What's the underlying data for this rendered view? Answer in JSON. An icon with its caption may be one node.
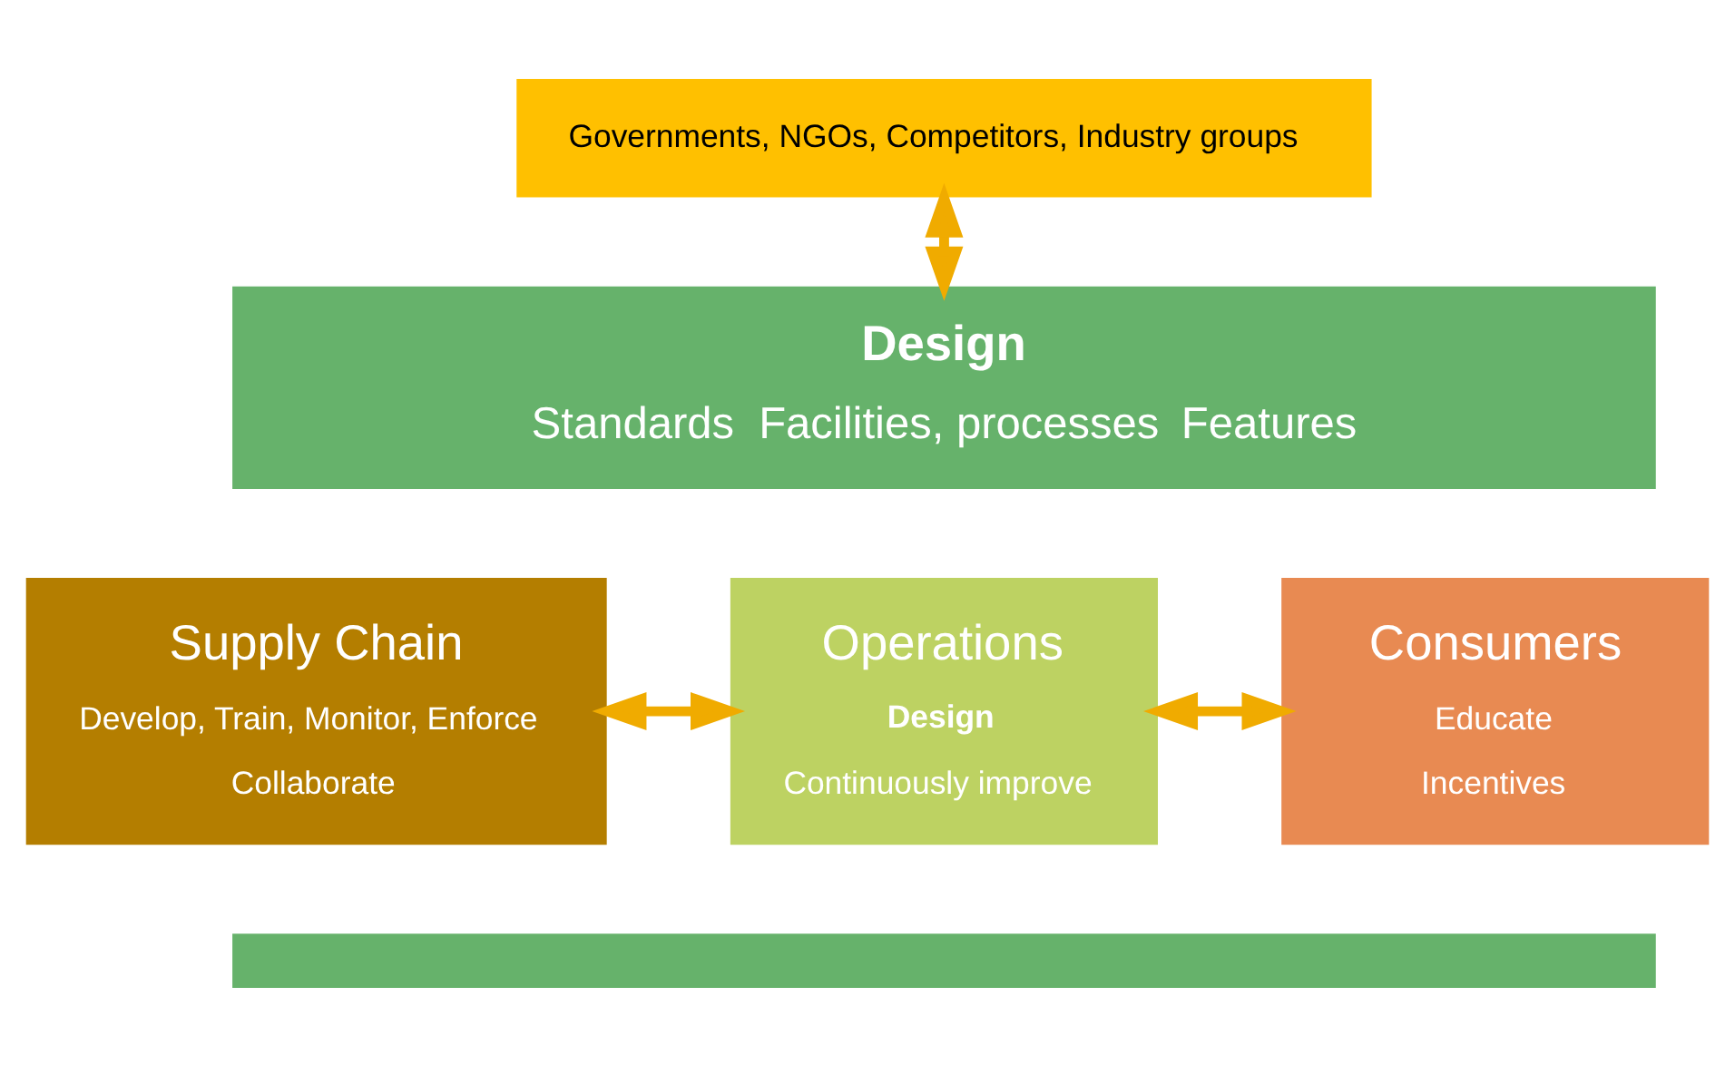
{
  "diagram": {
    "nodes": [
      {
        "text": [
          "Governments, NGOs, Competitors, Industry groups"
        ]
      },
      {
        "text": [
          "Design",
          "Standards",
          "Facilities, processes",
          "Features"
        ]
      },
      {
        "text": [
          "Supply Chain",
          "Develop, Train, Monitor, Enforce",
          "Collaborate"
        ]
      },
      {
        "text": [
          "Operations",
          "Design",
          "Continuously improve"
        ]
      },
      {
        "text": [
          "Consumers",
          "Educate",
          "Incentives"
        ]
      },
      {
        "text": [],
        "shape": "bar"
      }
    ],
    "edges": [
      {
        "from": 0,
        "to": 1,
        "arrow": "both"
      },
      {
        "from": 2,
        "to": 3,
        "arrow": "both"
      },
      {
        "from": 3,
        "to": 4,
        "arrow": "both"
      }
    ]
  }
}
